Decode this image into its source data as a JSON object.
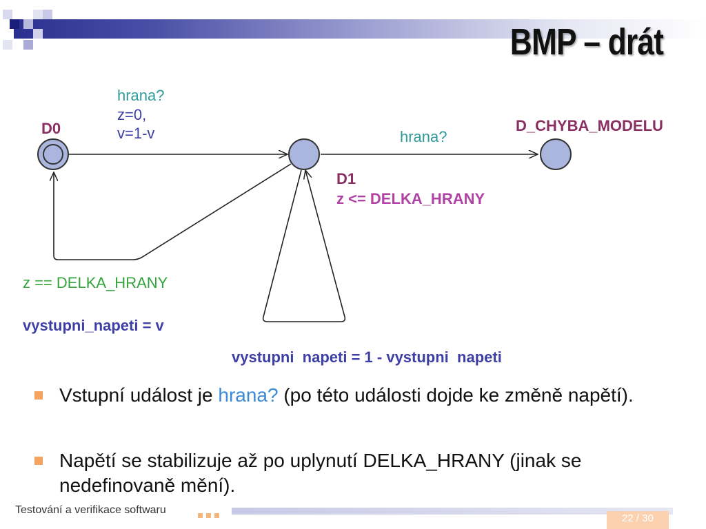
{
  "title": "BMP – drát",
  "diagram": {
    "states": {
      "d0": "D0",
      "d1": "D1",
      "d1_invariant": "z <= DELKA_HRANY",
      "error": "D_CHYBA_MODELU"
    },
    "edges": {
      "d0_to_d1": {
        "sync": "hrana?",
        "update1": "z=0,",
        "update2": "v=1-v"
      },
      "d1_to_error": {
        "sync": "hrana?"
      },
      "d1_to_d0": {
        "guard": "z == DELKA_HRANY",
        "update": "vystupni_napeti = v"
      },
      "d1_self": {
        "update": "vystupni  napeti = 1 - vystupni  napeti"
      }
    },
    "colors": {
      "state_fill": "#aab6de",
      "state_stroke": "#333333",
      "state_name": "#8a2f62",
      "sync": "#2e9a9a",
      "update": "#3d3fa6",
      "guard": "#33a33c"
    }
  },
  "bullets": [
    {
      "pre": "Vstupní událost je ",
      "highlight": "hrana?",
      "post": " (po této události dojde ke změně napětí)."
    },
    {
      "text": "Napětí se stabilizuje až po uplynutí DELKA_HRANY (jinak se nedefinovaně mění)."
    }
  ],
  "footer": {
    "course": "Testování a verifikace softwaru",
    "page": "22 / 30"
  }
}
